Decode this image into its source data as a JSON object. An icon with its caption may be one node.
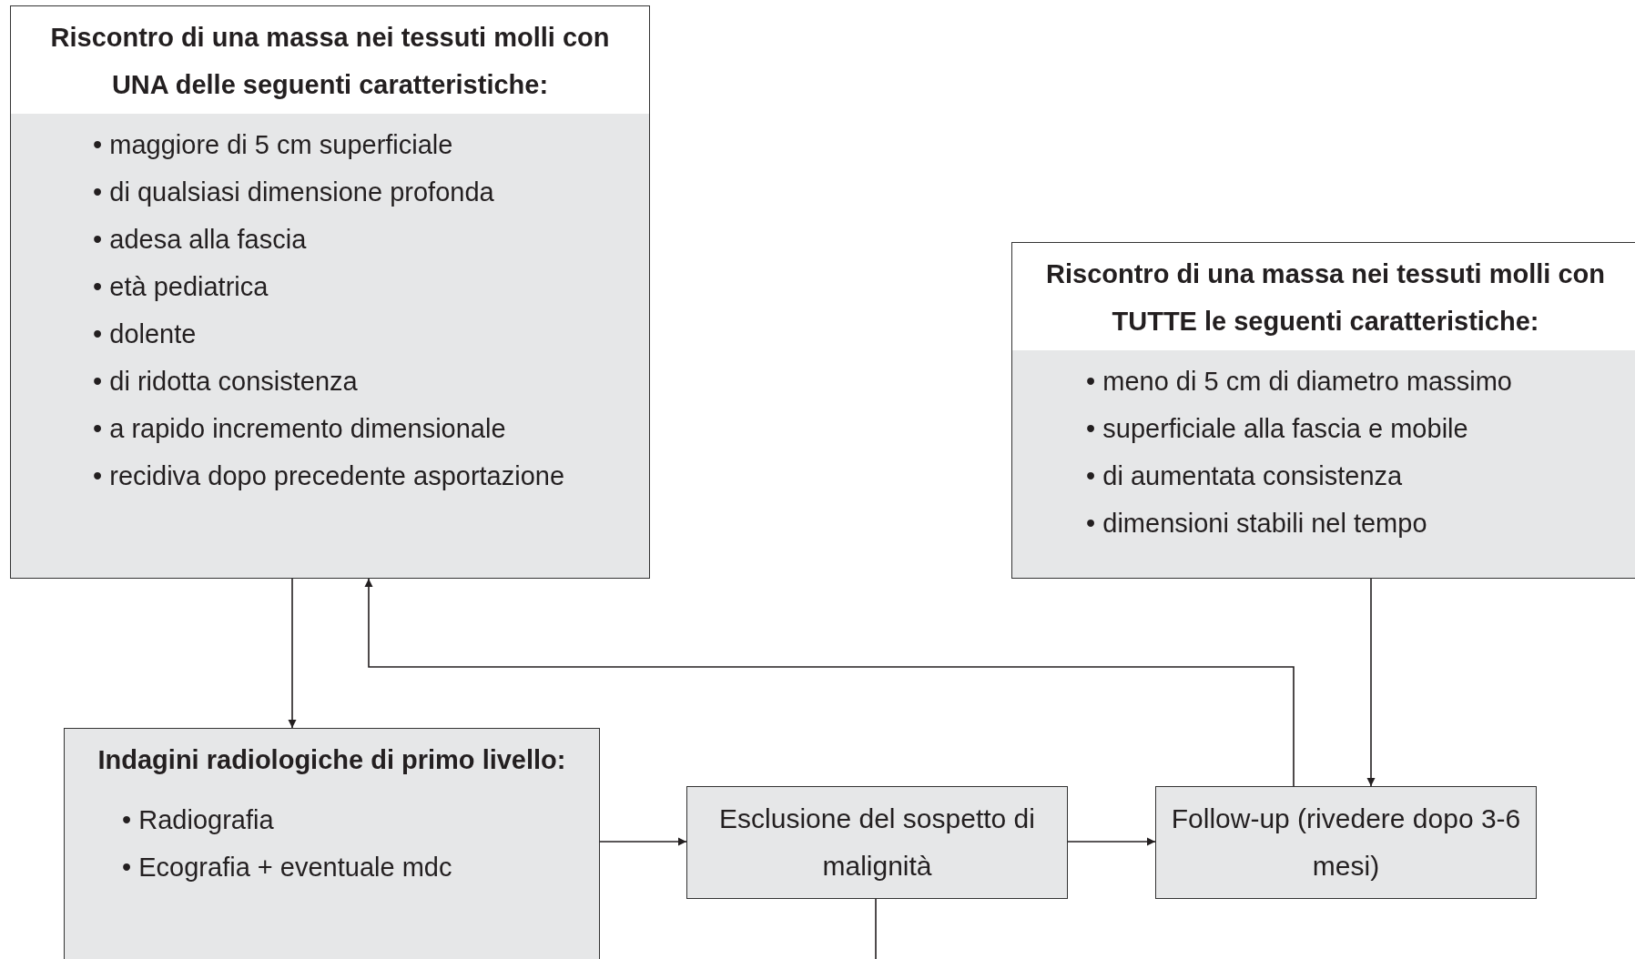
{
  "diagram": {
    "nodes": [
      {
        "text": [
          "Riscontro di una massa nei tessuti molli con UNA delle seguenti caratteristiche:",
          "• maggiore di 5 cm superficiale",
          "• di qualsiasi dimensione profonda",
          "• adesa alla fascia",
          "• età pediatrica",
          "• dolente",
          "• di ridotta consistenza",
          "• a rapido incremento dimensionale",
          "• recidiva dopo precedente asportazione"
        ]
      },
      {
        "text": [
          "Riscontro di una massa nei tessuti molli con TUTTE le seguenti caratteristiche:",
          "• meno di 5 cm di diametro massimo",
          "• superficiale alla fascia e mobile",
          "• di aumentata consistenza",
          "• dimensioni stabili nel tempo"
        ]
      },
      {
        "text": [
          "Indagini radiologiche di primo livello:",
          "• Radiografia",
          "• Ecografia + eventuale mdc"
        ]
      },
      {
        "text": [
          "Esclusione del sospetto di malignità"
        ]
      },
      {
        "text": [
          "Follow-up (rivedere dopo 3-6 mesi)"
        ]
      }
    ],
    "edges": [
      {
        "from": 0,
        "to": 2,
        "arrow": "to"
      },
      {
        "from": 1,
        "to": 4,
        "arrow": "to"
      },
      {
        "from": 4,
        "to": 0,
        "arrow": "to"
      },
      {
        "from": 2,
        "to": 3,
        "arrow": "to"
      },
      {
        "from": 3,
        "to": 4,
        "arrow": "to"
      },
      {
        "from": 3,
        "to": null,
        "arrow": "none"
      }
    ]
  }
}
